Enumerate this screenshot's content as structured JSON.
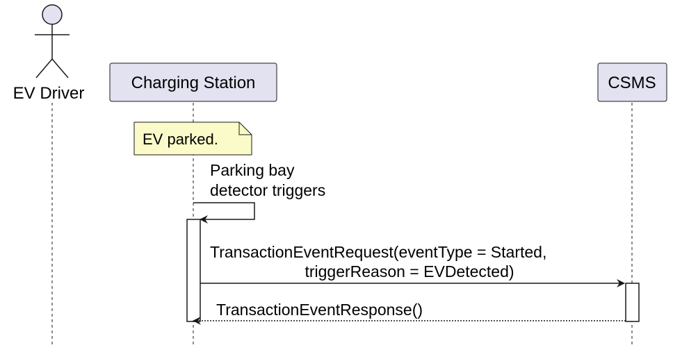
{
  "participants": {
    "actor": "EV Driver",
    "station": "Charging Station",
    "csms": "CSMS"
  },
  "note": "EV parked.",
  "messages": {
    "self": [
      "Parking bay",
      "detector triggers"
    ],
    "request": [
      "TransactionEventRequest(eventType = Started,",
      "triggerReason = EVDetected)"
    ],
    "response": "TransactionEventResponse()"
  },
  "colors": {
    "participant_fill": "#e2e2f0",
    "participant_border": "#181818",
    "actor_fill": "#e2e2f0",
    "note_fill": "#fbfbc9",
    "note_border": "#181818",
    "line": "#181818",
    "activation_fill": "#ffffff"
  }
}
